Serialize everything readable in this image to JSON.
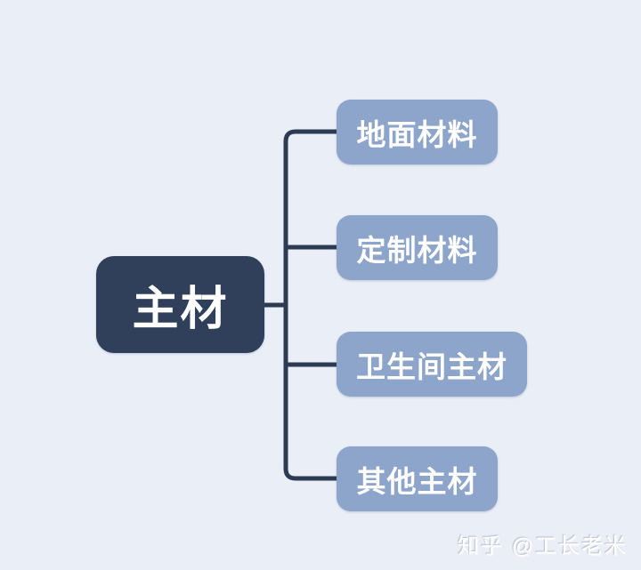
{
  "diagram": {
    "root": {
      "label": "主材"
    },
    "children": [
      {
        "label": "地面材料"
      },
      {
        "label": "定制材料"
      },
      {
        "label": "卫生间主材"
      },
      {
        "label": "其他主材"
      }
    ]
  },
  "watermark": {
    "text": "知乎 @工长老米"
  },
  "colors": {
    "page_bg": "#e9eef7",
    "root_bg": "#31405a",
    "child_bg": "#8ea5cb",
    "connector": "#2c3a52",
    "node_text": "#ffffff",
    "watermark_text": "#ffffff"
  }
}
